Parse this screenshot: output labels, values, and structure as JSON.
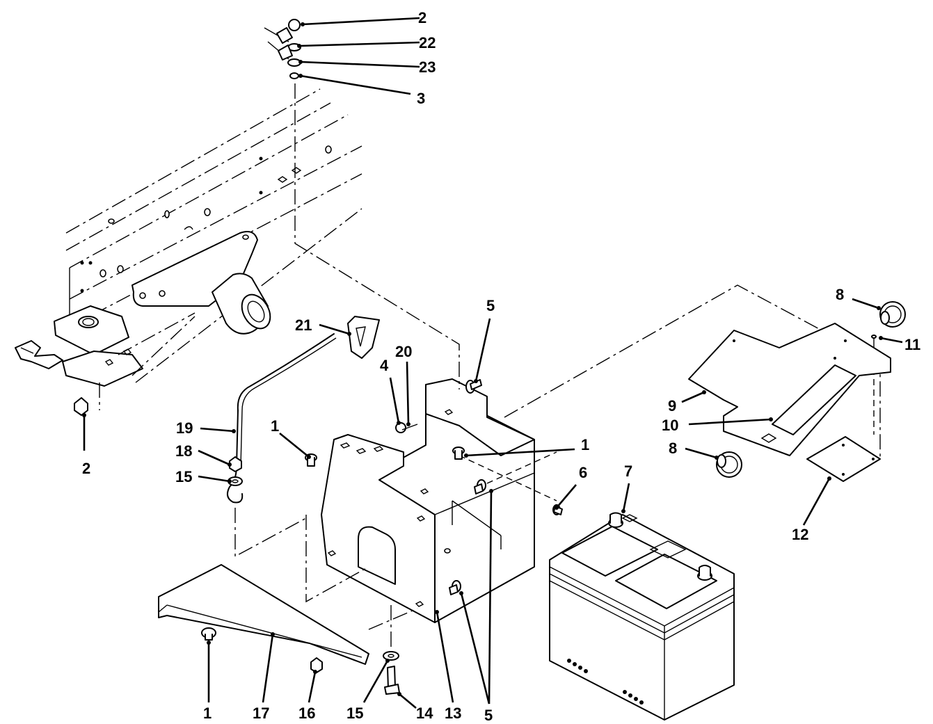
{
  "callouts": [
    {
      "id": "c1",
      "label": "2"
    },
    {
      "id": "c2",
      "label": "22"
    },
    {
      "id": "c3",
      "label": "23"
    },
    {
      "id": "c4",
      "label": "3"
    },
    {
      "id": "c5",
      "label": "2"
    },
    {
      "id": "c6",
      "label": "21"
    },
    {
      "id": "c7",
      "label": "19"
    },
    {
      "id": "c8",
      "label": "18"
    },
    {
      "id": "c9",
      "label": "15"
    },
    {
      "id": "c10",
      "label": "1"
    },
    {
      "id": "c11",
      "label": "4"
    },
    {
      "id": "c12",
      "label": "20"
    },
    {
      "id": "c13",
      "label": "5"
    },
    {
      "id": "c14",
      "label": "1"
    },
    {
      "id": "c15",
      "label": "6"
    },
    {
      "id": "c16",
      "label": "7"
    },
    {
      "id": "c17",
      "label": "8"
    },
    {
      "id": "c18",
      "label": "11"
    },
    {
      "id": "c19",
      "label": "9"
    },
    {
      "id": "c20",
      "label": "10"
    },
    {
      "id": "c21",
      "label": "8"
    },
    {
      "id": "c22",
      "label": "12"
    },
    {
      "id": "c23",
      "label": "1"
    },
    {
      "id": "c24",
      "label": "17"
    },
    {
      "id": "c25",
      "label": "16"
    },
    {
      "id": "c26",
      "label": "15"
    },
    {
      "id": "c27",
      "label": "14"
    },
    {
      "id": "c28",
      "label": "13"
    },
    {
      "id": "c29",
      "label": "5"
    }
  ]
}
